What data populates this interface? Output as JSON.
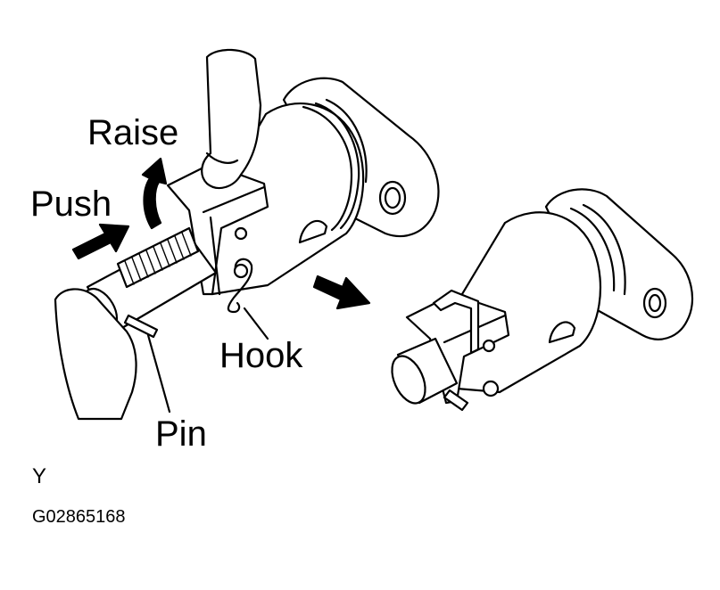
{
  "labels": {
    "raise": "Raise",
    "push": "Push",
    "hook": "Hook",
    "pin": "Pin",
    "view": "Y",
    "figure_code": "G02865168"
  },
  "colors": {
    "line": "#000000",
    "fill": "#ffffff"
  },
  "icons": [
    "hand-icon",
    "push-arrow-icon",
    "raise-arrow-icon",
    "slide-arrow-icon"
  ]
}
